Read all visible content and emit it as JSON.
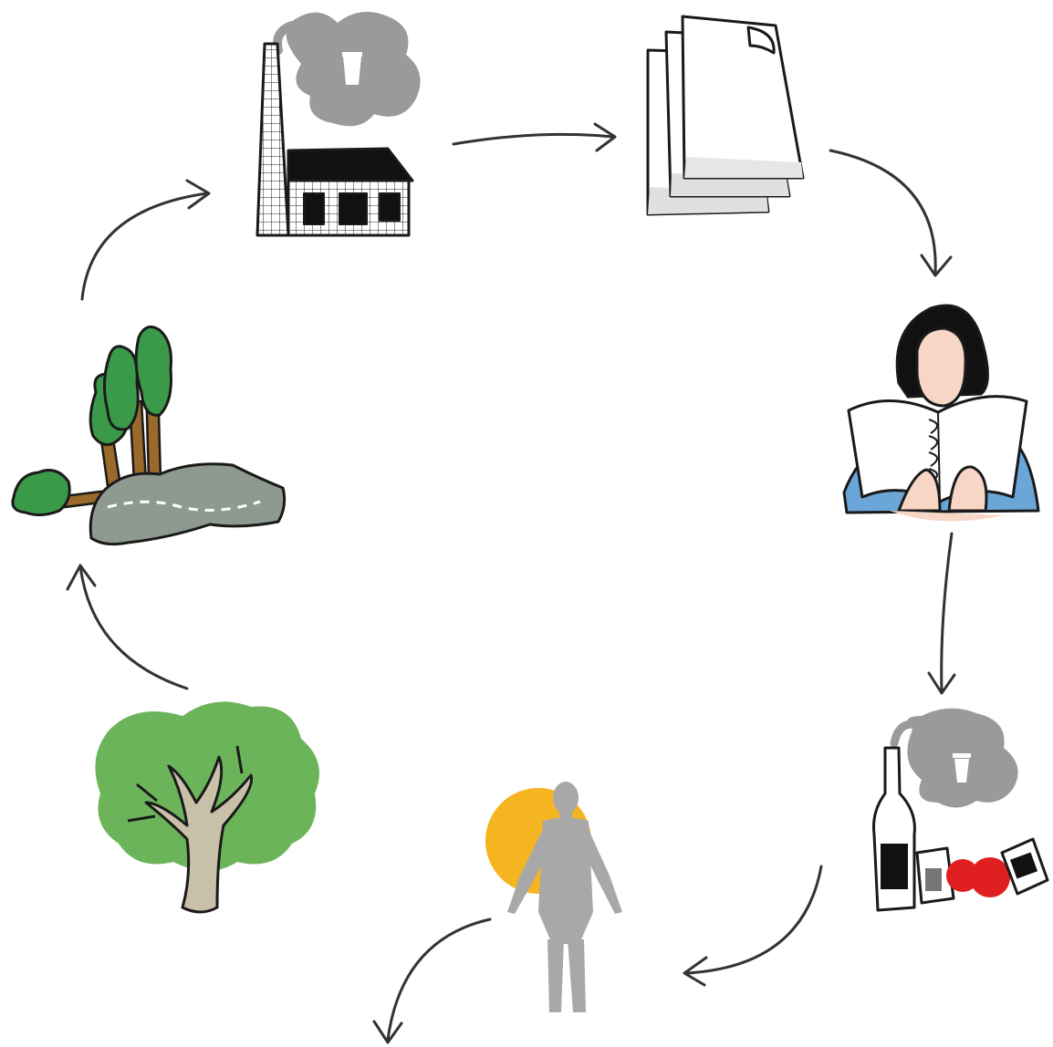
{
  "diagram": {
    "type": "cycle",
    "nodes": [
      {
        "id": "factory",
        "icon": "factory-icon"
      },
      {
        "id": "paper",
        "icon": "paper-stack-icon"
      },
      {
        "id": "reader",
        "icon": "reading-person-icon"
      },
      {
        "id": "waste",
        "icon": "waste-pollution-icon"
      },
      {
        "id": "human",
        "icon": "human-sun-icon"
      },
      {
        "id": "tree",
        "icon": "tree-icon"
      },
      {
        "id": "forest",
        "icon": "forest-road-icon"
      }
    ],
    "arrows": [
      {
        "from": "factory",
        "to": "paper"
      },
      {
        "from": "paper",
        "to": "reader"
      },
      {
        "from": "reader",
        "to": "waste"
      },
      {
        "from": "waste",
        "to": "human"
      },
      {
        "from": "human",
        "to": "out"
      },
      {
        "from": "tree",
        "to": "forest"
      },
      {
        "from": "forest",
        "to": "factory"
      }
    ]
  },
  "colors": {
    "stroke": "#1a1a1a",
    "smoke": "#9a9a9a",
    "leaf_green": "#3a9a4a",
    "leaf_light": "#6cb45a",
    "trunk": "#9a6a2a",
    "road": "#8e9a90",
    "shirt_blue": "#6aa6d8",
    "skin": "#f7d6c6",
    "sun": "#f5b520",
    "human_gray": "#a8a8a8",
    "red": "#e02020",
    "arrow": "#333333"
  }
}
